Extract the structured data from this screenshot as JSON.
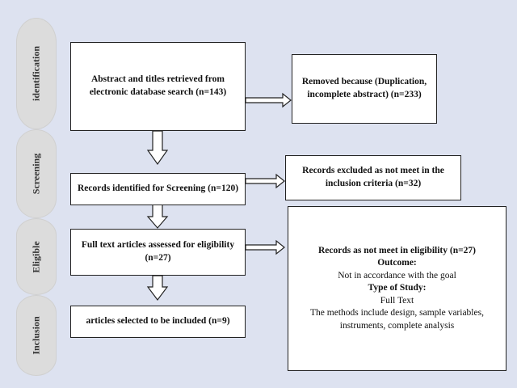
{
  "stages": [
    {
      "label": "identification"
    },
    {
      "label": "Screening"
    },
    {
      "label": "Eligible"
    },
    {
      "label": "Inclusion"
    }
  ],
  "boxes": {
    "retrieved": [
      "Abstract and titles retrieved from",
      "electronic database search (n=143)"
    ],
    "removed": [
      "Removed because (Duplication,",
      "incomplete abstract) (n=233)"
    ],
    "screening": "Records identified for Screening (n=120)",
    "excluded": [
      "Records excluded as not meet in the",
      "inclusion criteria (n=32)"
    ],
    "fulltext": [
      "Full text articles assessed for eligibility",
      "(n=27)"
    ],
    "included": "articles selected to be included (n=9)",
    "not_eligible": {
      "title": "Records as not meet in eligibility (n=27)",
      "outcome_label": "Outcome:",
      "outcome_value": "Not in accordance with the goal",
      "study_label": "Type of Study:",
      "study_value": "Full Text",
      "methods_1": "The methods include design, sample variables,",
      "methods_2": "instruments, complete analysis"
    }
  }
}
